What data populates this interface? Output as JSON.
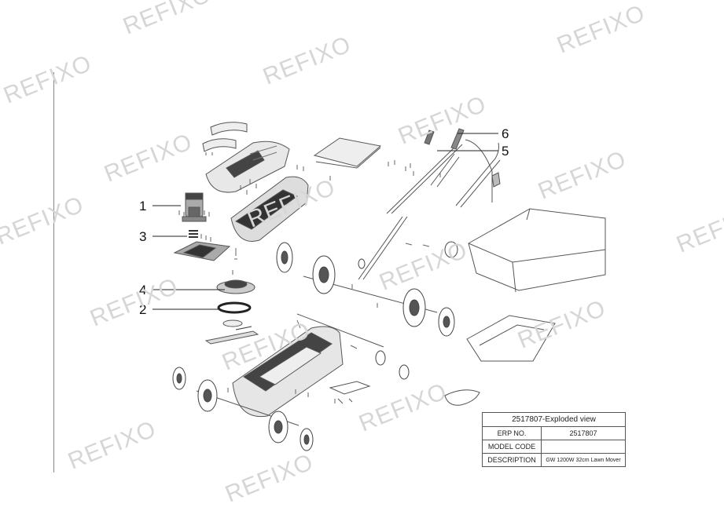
{
  "watermark": "REFIXO",
  "callouts": [
    "1",
    "2",
    "3",
    "4",
    "5",
    "6"
  ],
  "info_table": {
    "title": "2517807-Exploded view",
    "rows": [
      {
        "label": "ERP NO.",
        "value": "2517807"
      },
      {
        "label": "MODEL CODE",
        "value": ""
      },
      {
        "label": "DESCRIPTION",
        "value": "GW 1200W 32cm Lawn Mover"
      }
    ]
  },
  "colors": {
    "line": "#555555",
    "fill_light": "#eeeeee",
    "fill_dark": "#333333",
    "watermark": "#d6d6d6"
  }
}
